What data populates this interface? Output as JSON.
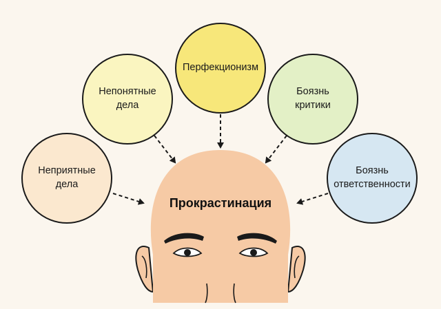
{
  "center": {
    "label": "Прокрастинация",
    "skin_color": "#f6caa5"
  },
  "causes": [
    {
      "id": "unpleasant",
      "label": "Неприятные\nдела",
      "color": "#fbe8cf"
    },
    {
      "id": "unclear",
      "label": "Непонятные\nдела",
      "color": "#faf5c0"
    },
    {
      "id": "perfectionism",
      "label": "Перфекционизм",
      "color": "#f7e77a"
    },
    {
      "id": "criticism",
      "label": "Боязнь\nкритики",
      "color": "#e3f0c6"
    },
    {
      "id": "responsibility",
      "label": "Боязнь\nответственности",
      "color": "#d6e7f2"
    }
  ],
  "colors": {
    "background": "#fbf6ee",
    "outline": "#1a1a1a",
    "arrow": "#1a1a1a"
  },
  "arrow_style": "dashed"
}
